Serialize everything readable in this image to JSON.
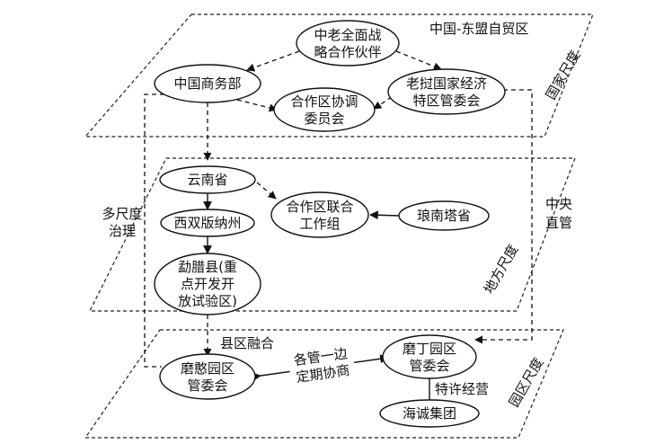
{
  "planes": {
    "national": {
      "label": "国家尺度",
      "title": "中国-东盟自贸区"
    },
    "local": {
      "label": "地方尺度"
    },
    "park": {
      "label": "园区尺度"
    }
  },
  "nodes": {
    "partnership": [
      "中老全面战",
      "略合作伙伴"
    ],
    "mofcom": "中国商务部",
    "laos_zone": [
      "老挝国家经济",
      "特区管委会"
    ],
    "coop_committee": [
      "合作区协调",
      "委员会"
    ],
    "yunnan": "云南省",
    "joint_group": [
      "合作区联合",
      "工作组"
    ],
    "luang_namtha": "琅南塔省",
    "xishuangbanna": "西双版纳州",
    "mengla": [
      "勐腊县(重",
      "点开发开",
      "放试验区)"
    ],
    "mohan": [
      "磨憨园区",
      "管委会"
    ],
    "boten": [
      "磨丁园区",
      "管委会"
    ],
    "haicheng": "海诚集团"
  },
  "labels": {
    "multiscale": [
      "多尺度",
      "治理"
    ],
    "central": [
      "中央",
      "直管"
    ],
    "county_merge": "县区融合",
    "franchise": "特许经营",
    "negotiation": [
      "各管一边",
      "定期协商"
    ]
  }
}
